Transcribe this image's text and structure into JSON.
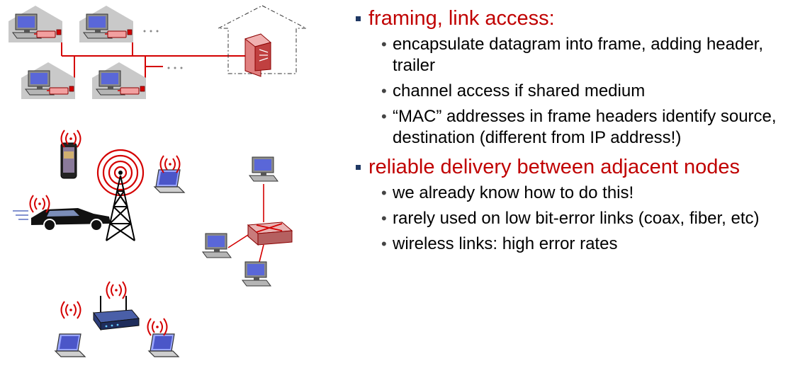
{
  "bullets": [
    {
      "heading": "framing, link access:",
      "items": [
        "encapsulate datagram into frame, adding header, trailer",
        "channel access if shared medium",
        "“MAC” addresses in frame headers identify source, destination (different from IP address!)"
      ]
    },
    {
      "heading": "reliable delivery between adjacent nodes",
      "items": [
        "we already know how to do this!",
        "rarely used on low bit-error links (coax, fiber, etc)",
        "wireless links: high error rates"
      ]
    }
  ],
  "colors": {
    "heading": "#c00000",
    "link_red": "#d40000",
    "house_gray": "#c9c9c9",
    "screen_blue": "#5a67d8"
  },
  "icons": [
    "house-icon",
    "desktop-computer-icon",
    "modem-icon",
    "router-icon",
    "cell-tower-icon",
    "smartphone-icon",
    "laptop-icon",
    "car-icon",
    "ethernet-switch-icon",
    "wifi-router-icon",
    "wireless-signal-icon"
  ]
}
